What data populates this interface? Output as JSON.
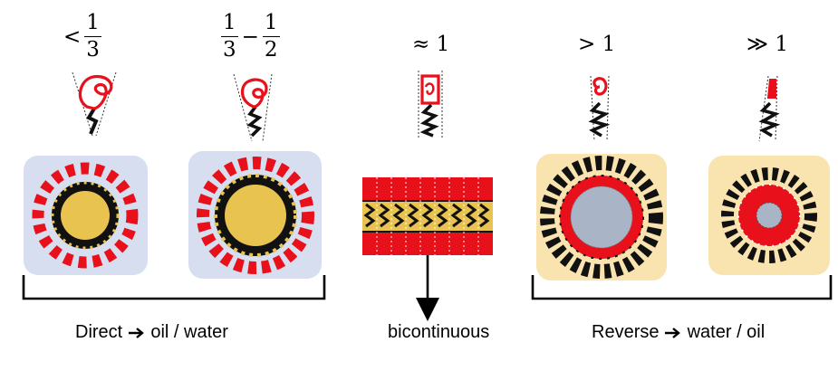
{
  "ratios": {
    "r1": {
      "op": "<",
      "num": "1",
      "den": "3"
    },
    "r2": {
      "a_num": "1",
      "a_den": "3",
      "op": "−",
      "b_num": "1",
      "b_den": "2"
    },
    "r3": "≈ 1",
    "r4": "> 1",
    "r5": "≫ 1"
  },
  "captions": {
    "direct_pre": "Direct",
    "direct_post": "oil / water",
    "bicontinuous": "bicontinuous",
    "reverse_pre": "Reverse",
    "reverse_post": "water / oil"
  },
  "colors": {
    "head": "#e8111b",
    "tail": "#111111",
    "oil": "#e8c350",
    "water": "#a9b4c6",
    "direct_bg": "#d6def0",
    "reverse_bg": "#f9e4b0"
  }
}
